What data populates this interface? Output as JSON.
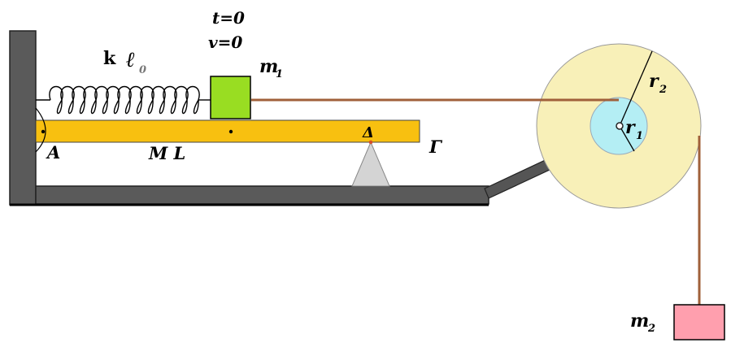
{
  "labels": {
    "time": "t=0",
    "velocity": "v=0",
    "spring_k": "k",
    "spring_length": "ℓ",
    "spring_length_sub": "0",
    "mass1": "m",
    "mass1_sub": "1",
    "mass2": "m",
    "mass2_sub": "2",
    "pivot_a": "A",
    "beam": "M L",
    "support": "Δ",
    "beam_end": "Γ",
    "radius_outer": "r",
    "radius_outer_sub": "2",
    "radius_inner": "r",
    "radius_inner_sub": "1"
  },
  "colors": {
    "wall": "#5a5a5a",
    "beam": "#f8c010",
    "mass1": "#99dd22",
    "mass2": "#ff9fae",
    "rope": "#a0603a",
    "pulley_outer": "#f8f0b8",
    "pulley_inner": "#b4eef4",
    "support": "#d4d4d4"
  },
  "spring_coils": 13
}
